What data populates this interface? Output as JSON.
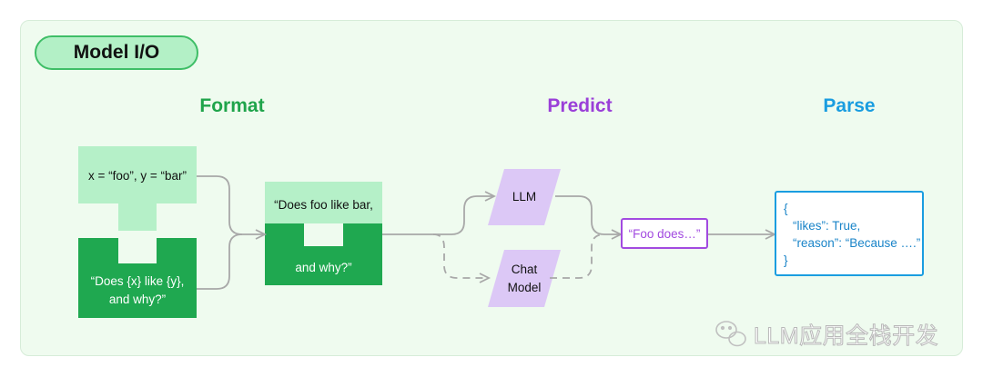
{
  "badge": {
    "label": "Model I/O"
  },
  "sections": {
    "format": "Format",
    "predict": "Predict",
    "parse": "Parse"
  },
  "format": {
    "variables": "x = “foo”, y = “bar”",
    "template_line1": "“Does {x} like {y},",
    "template_line2": "and why?”",
    "prompt_line1": "“Does foo like bar,",
    "prompt_line2": "and why?”"
  },
  "predict": {
    "llm": "LLM",
    "chat_line1": "Chat",
    "chat_line2": "Model",
    "output": "“Foo does…”"
  },
  "parse": {
    "open": "{",
    "line1": "“likes”: True,",
    "line2": "“reason”: “Because ….”",
    "close": "}"
  },
  "watermark": {
    "text": "LLM应用全栈开发"
  },
  "colors": {
    "panel_bg": "#effbef",
    "badge_bg": "#b3f0c6",
    "light_green": "#b5f0c8",
    "dark_green": "#1fa850",
    "purple": "#a24ae0",
    "lavender": "#dcc8f6",
    "blue": "#1a9de0"
  }
}
